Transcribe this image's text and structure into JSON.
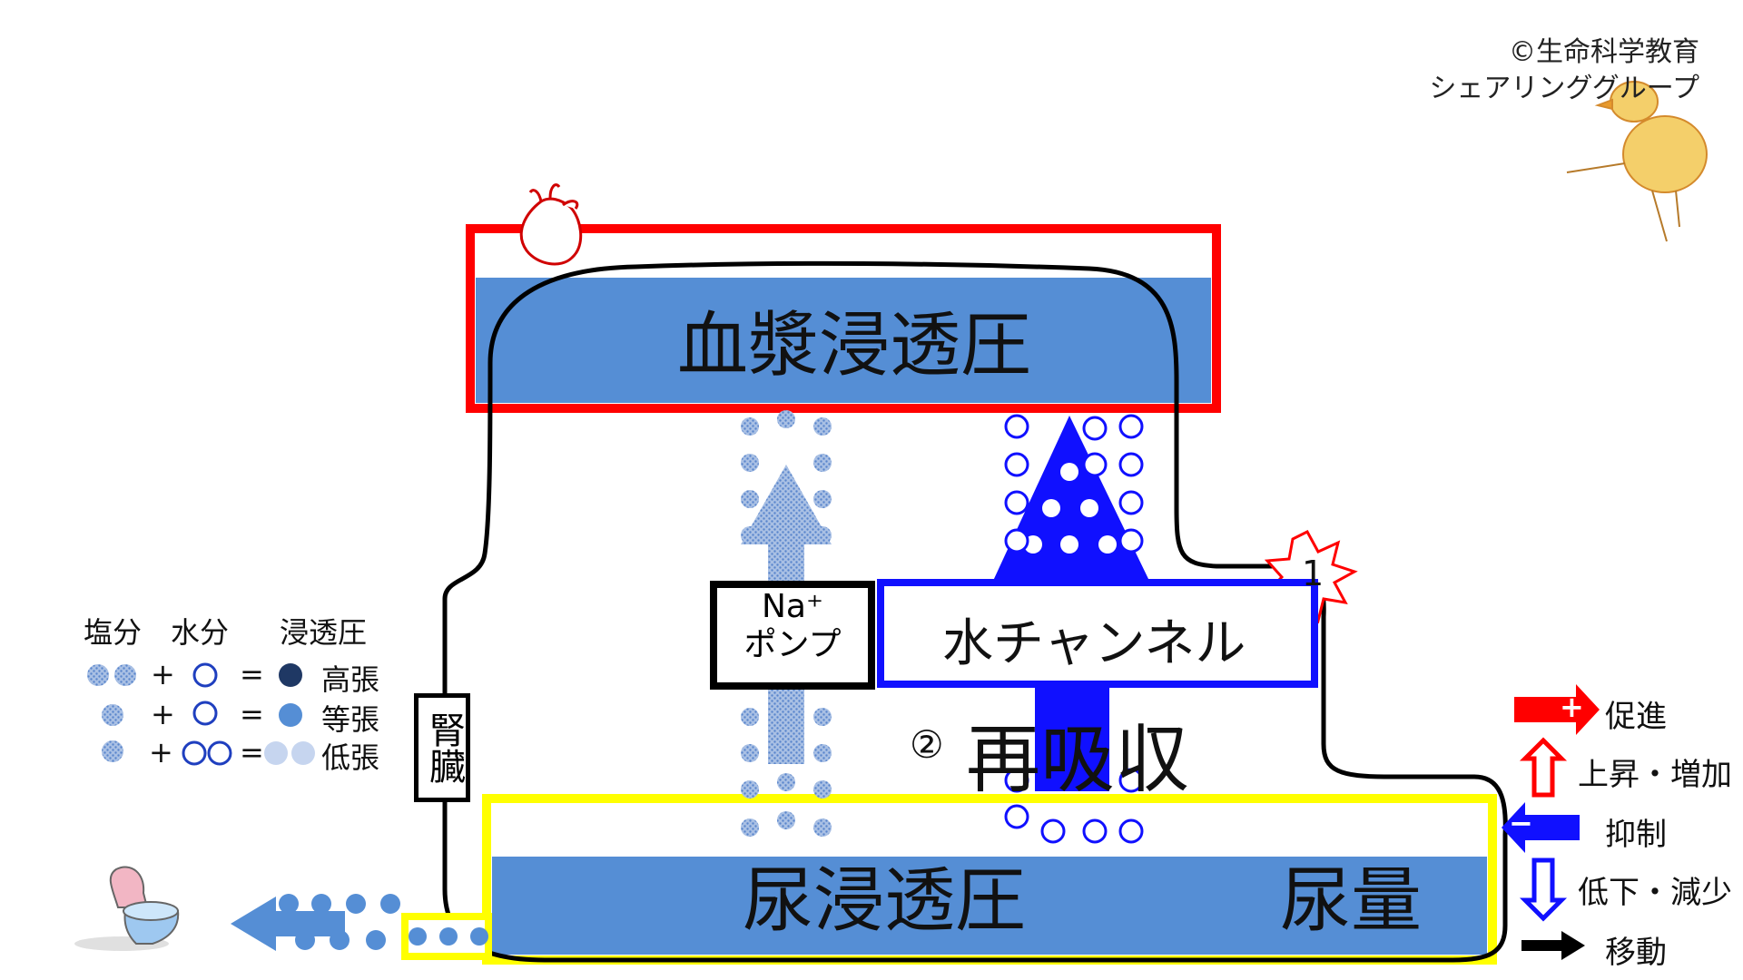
{
  "copyright": {
    "line1": "©生命科学教育",
    "line2": "シェアリンググループ"
  },
  "labels": {
    "plasma": "血漿浸透圧",
    "urine_osm": "尿浸透圧",
    "urine_vol": "尿量",
    "kidney": "腎臓",
    "na_pump_line1": "Na⁺",
    "na_pump_line2": "ポンプ",
    "water_channel": "水チャンネル",
    "reabsorb_num": "②",
    "reabsorb": "再吸収",
    "star_num": "1"
  },
  "legend_left": {
    "headers": [
      "塩分",
      "水分",
      "浸透圧"
    ],
    "rows": [
      {
        "plus": "+",
        "eq": "=",
        "result": "高張"
      },
      {
        "plus": "+",
        "eq": "=",
        "result": "等張"
      },
      {
        "plus": "+",
        "eq": "=",
        "result": "低張"
      }
    ]
  },
  "legend_right": {
    "items": [
      "促進",
      "上昇・増加",
      "抑制",
      "低下・減少",
      "移動"
    ],
    "plus_sign": "+",
    "minus_sign": "−"
  },
  "colors": {
    "red": "#ff0000",
    "blue_fill": "#558ed5",
    "deep_blue": "#1010ff",
    "yellow": "#ffff00",
    "navy": "#1f3864",
    "light_dot": "#c6d5ef"
  }
}
